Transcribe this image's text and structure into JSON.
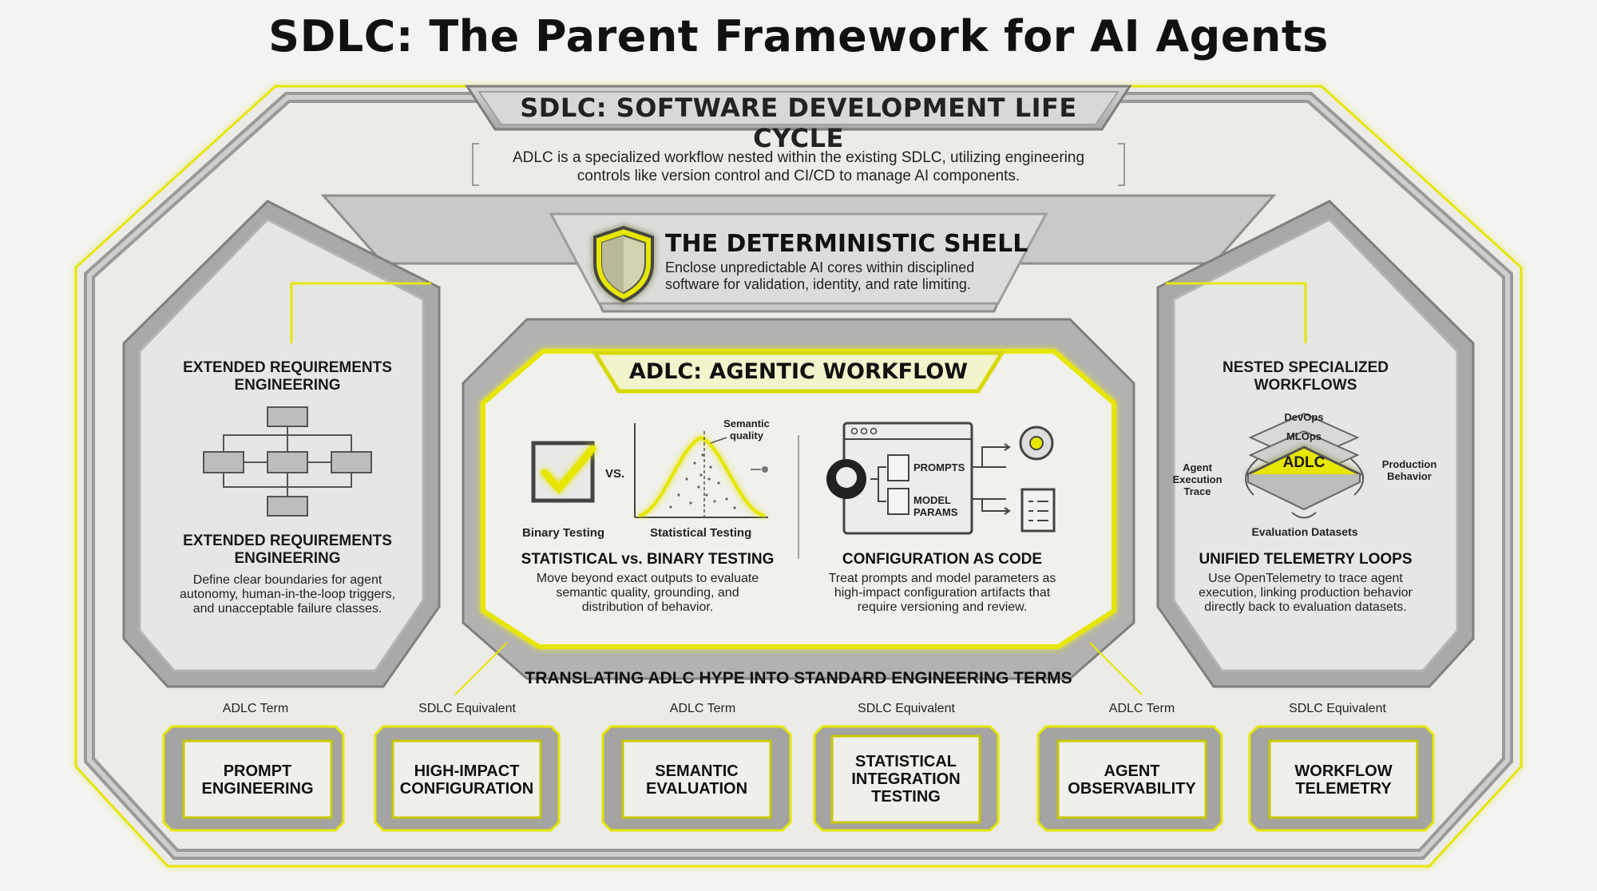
{
  "title": "SDLC: The Parent Framework for AI Agents",
  "sdlc_banner": "SDLC: SOFTWARE DEVELOPMENT LIFE CYCLE",
  "sdlc_intro": {
    "line1": "ADLC is a specialized workflow nested within the existing SDLC, utilizing engineering",
    "line2": "controls like version control and CI/CD to manage AI components."
  },
  "shell": {
    "title": "THE DETERMINISTIC SHELL",
    "desc1": "Enclose unpredictable AI cores within disciplined",
    "desc2": "software for validation, identity, and rate limiting.",
    "icon": "shield-icon"
  },
  "left_panel": {
    "top_title1": "EXTENDED REQUIREMENTS",
    "top_title2": "ENGINEERING",
    "title1": "EXTENDED REQUIREMENTS",
    "title2": "ENGINEERING",
    "desc1": "Define clear boundaries for agent",
    "desc2": "autonomy, human-in-the-loop triggers,",
    "desc3": "and unacceptable failure classes.",
    "icon": "flowchart-icon"
  },
  "adlc": {
    "title": "ADLC: AGENTIC WORKFLOW",
    "testing": {
      "vs": "VS.",
      "semantic1": "Semantic",
      "semantic2": "quality",
      "binary_label": "Binary Testing",
      "statistical_label": "Statistical Testing",
      "title": "STATISTICAL vs. BINARY TESTING",
      "desc1": "Move beyond exact outputs to evaluate",
      "desc2": "semantic quality, grounding, and",
      "desc3": "distribution of behavior."
    },
    "config": {
      "prompts": "PROMPTS",
      "model1": "MODEL",
      "model2": "PARAMS",
      "title": "CONFIGURATION AS CODE",
      "desc1": "Treat prompts and model parameters as",
      "desc2": "high-impact configuration artifacts that",
      "desc3": "require versioning and review."
    }
  },
  "right_panel": {
    "top_title1": "NESTED SPECIALIZED",
    "top_title2": "WORKFLOWS",
    "layers": [
      "DevOps",
      "MLOps",
      "ADLC"
    ],
    "agent1": "Agent",
    "agent2": "Execution",
    "agent3": "Trace",
    "prod1": "Production",
    "prod2": "Behavior",
    "eval": "Evaluation Datasets",
    "title": "UNIFIED TELEMETRY LOOPS",
    "desc1": "Use OpenTelemetry to trace agent",
    "desc2": "execution, linking production behavior",
    "desc3": "directly back to evaluation datasets."
  },
  "translation": {
    "title": "TRANSLATING ADLC HYPE INTO STANDARD ENGINEERING TERMS",
    "terms": [
      {
        "caption": "ADLC Term",
        "l1": "PROMPT",
        "l2": "ENGINEERING",
        "l3": ""
      },
      {
        "caption": "SDLC Equivalent",
        "l1": "HIGH-IMPACT",
        "l2": "CONFIGURATION",
        "l3": ""
      },
      {
        "caption": "ADLC Term",
        "l1": "SEMANTIC",
        "l2": "EVALUATION",
        "l3": ""
      },
      {
        "caption": "SDLC Equivalent",
        "l1": "STATISTICAL",
        "l2": "INTEGRATION",
        "l3": "TESTING"
      },
      {
        "caption": "ADLC Term",
        "l1": "AGENT",
        "l2": "OBSERVABILITY",
        "l3": ""
      },
      {
        "caption": "SDLC Equivalent",
        "l1": "WORKFLOW",
        "l2": "TELEMETRY",
        "l3": ""
      }
    ]
  },
  "colors": {
    "accent_yellow": "#e6e600",
    "frame_gray": "#b9b9b6",
    "frame_dark": "#8a8a88",
    "panel_fill": "#e9e9e7"
  }
}
